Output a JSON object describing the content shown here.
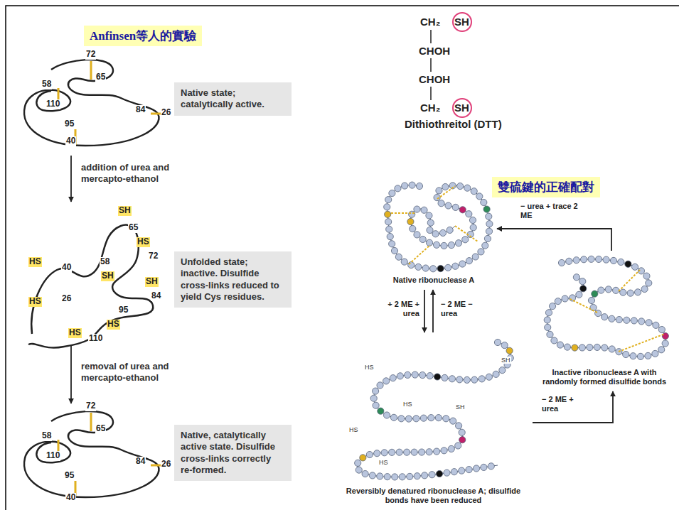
{
  "diagram": {
    "nodes": [
      {
        "text": [
          "Anfinsen等人的實驗"
        ]
      },
      {
        "text": [
          "Native state; catalytically active."
        ]
      },
      {
        "text": [
          "Unfolded state; inactive. Disulfide cross-links reduced to yield Cys residues."
        ]
      },
      {
        "text": [
          "Native, catalytically active state. Disulfide cross-links correctly re-formed."
        ]
      },
      {
        "text": [
          "雙硫鍵的正確配對"
        ]
      },
      {
        "text": [
          "Native ribonuclease A"
        ]
      },
      {
        "text": [
          "Inactive ribonuclease A with randomly formed disulfide bonds"
        ]
      },
      {
        "text": [
          "Reversibly denatured ribonuclease A; disulfide bonds have been reduced"
        ]
      }
    ],
    "edges": [
      {
        "from": 1,
        "to": 2,
        "arrow": "to",
        "label": "addition of urea and mercapto-ethanol"
      },
      {
        "from": 2,
        "to": 3,
        "arrow": "to",
        "label": "removal of urea and mercapto-ethanol"
      },
      {
        "from": 5,
        "to": 7,
        "arrow": "to",
        "label": "+ 2 ME + urea"
      },
      {
        "from": 7,
        "to": 5,
        "arrow": "to",
        "label": "− 2 ME − urea"
      },
      {
        "from": 7,
        "to": 6,
        "arrow": "to",
        "label": "− 2 ME + urea"
      },
      {
        "from": 6,
        "to": 5,
        "arrow": "to",
        "label": "− urea + trace 2 ME"
      }
    ],
    "labels": [
      "72",
      "58",
      "65",
      "110",
      "84",
      "26",
      "95",
      "40",
      "SH",
      "65",
      "HS",
      "72",
      "HS",
      "40",
      "58",
      "SH",
      "SH",
      "HS",
      "26",
      "84",
      "95",
      "HS",
      "HS",
      "110",
      "72",
      "58",
      "65",
      "110",
      "84",
      "26",
      "95",
      "40",
      "CH₂",
      "SH",
      "CHOH",
      "CHOH",
      "CH₂",
      "SH",
      "Dithiothreitol (DTT)",
      "HS",
      "HS",
      "HS",
      "SH",
      "SH",
      "HS"
    ]
  }
}
